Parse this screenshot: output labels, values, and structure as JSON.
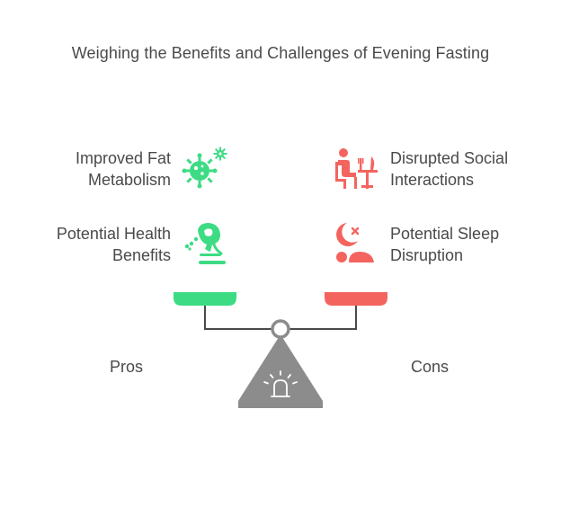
{
  "title": "Weighing the Benefits and Challenges of Evening Fasting",
  "pros": {
    "label": "Pros",
    "items": [
      {
        "label": "Improved Fat\nMetabolism",
        "icon": "microbe-gear-icon"
      },
      {
        "label": "Potential Health\nBenefits",
        "icon": "health-nutrition-icon"
      }
    ]
  },
  "cons": {
    "label": "Cons",
    "items": [
      {
        "label": "Disrupted Social\nInteractions",
        "icon": "person-dining-alone-icon"
      },
      {
        "label": "Potential Sleep\nDisruption",
        "icon": "sleep-disruption-icon"
      }
    ]
  },
  "colors": {
    "pros": "#3ddc84",
    "cons": "#f4645f",
    "beam": "#4a4a4a",
    "base": "#8c8c8c",
    "text": "#4a4a4a"
  }
}
